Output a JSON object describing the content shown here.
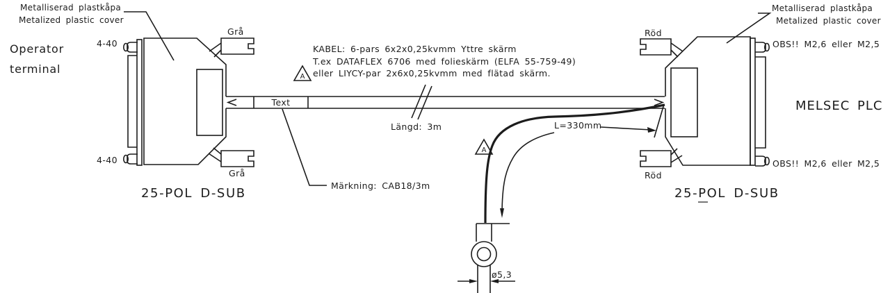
{
  "left": {
    "cover_label_line1": "Metalliserad plastkåpa",
    "cover_label_line2": "Metalized plastic cover",
    "device_line1": "Operator",
    "device_line2": "terminal",
    "jackscrew_top": "4-40",
    "jackscrew_bottom": "4-40",
    "thumbscrew_top": "Grå",
    "thumbscrew_bottom": "Grå",
    "connector_type": "25-POL D-SUB"
  },
  "right": {
    "cover_label_line1": "Metalliserad plastkåpa",
    "cover_label_line2": "Metalized plastic cover",
    "device": "MELSEC PLC",
    "thumbscrew_top": "Röd",
    "thumbscrew_bottom": "Röd",
    "screw_note_top": "OBS!! M2,6 eller M2,5",
    "screw_note_bottom": "OBS!! M2,6 eller M2,5",
    "connector_type": "25-POL D-SUB"
  },
  "cable": {
    "label_box": "Text",
    "note_ref": "A",
    "spec_line1": "KABEL: 6-pars 6x2x0,25kvmm Yttre skärm",
    "spec_line2": "T.ex DATAFLEX 6706 med folieskärm (ELFA 55-759-49)",
    "spec_line3": "eller LIYCY-par 2x6x0,25kvmm med flätad skärm.",
    "length_label": "Längd: 3m",
    "marking_label": "Märkning: CAB18/3m"
  },
  "ground_wire": {
    "note_ref": "A",
    "length_label": "L=330mm",
    "ring_hole_diameter": "ø5,3"
  },
  "colors": {
    "ink": "#1c1c1c",
    "background": "#ffffff"
  }
}
